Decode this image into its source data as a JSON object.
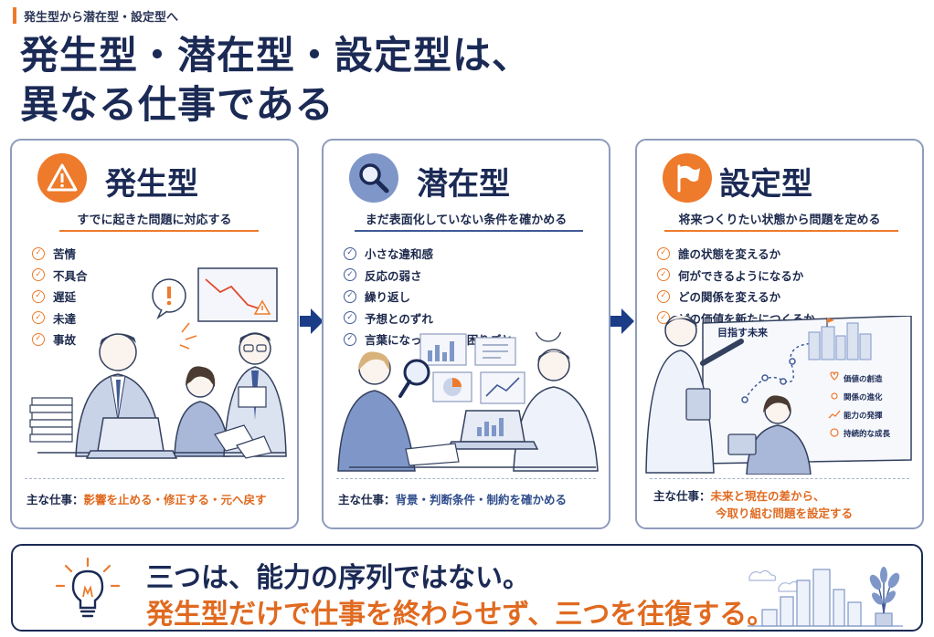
{
  "breadcrumb": "発生型から潜在型・設定型へ",
  "title": {
    "line1": "発生型・潜在型・設定型は、",
    "line2": "異なる仕事である"
  },
  "cards": [
    {
      "title": "発生型",
      "subtitle": "すでに起きた問題に対応する",
      "items": [
        "苦情",
        "不具合",
        "遅延",
        "未達",
        "事故"
      ],
      "main_label": "主な仕事：",
      "main_value": "影響を止める・修正する・元へ戻す"
    },
    {
      "title": "潜在型",
      "subtitle": "まだ表面化していない条件を確かめる",
      "items": [
        "小さな違和感",
        "反応の弱さ",
        "繰り返し",
        "予想とのずれ",
        "言葉になっていない困りごと"
      ],
      "main_label": "主な仕事：",
      "main_value": "背景・判断条件・制約を確かめる"
    },
    {
      "title": "設定型",
      "subtitle": "将来つくりたい状態から問題を定める",
      "items": [
        "誰の状態を変えるか",
        "何ができるようになるか",
        "どの関係を変えるか",
        "どの価値を新たにつくるか"
      ],
      "main_label": "主な仕事：",
      "main_value_line1": "未来と現在の差から、",
      "main_value_line2": "今取り組む問題を設定する",
      "board": {
        "title": "目指す未来",
        "items": [
          "価値の創造",
          "関係の進化",
          "能力の発揮",
          "持続的な成長"
        ]
      }
    }
  ],
  "bottom": {
    "line1": "三つは、能力の序列ではない。",
    "line2": "発生型だけで仕事を終わらせず、三つを往復する。"
  },
  "colors": {
    "navy": "#1b2a55",
    "orange": "#ee7a2b",
    "blue": "#3f5a96",
    "light_blue": "#7f97c8"
  },
  "icons": {
    "card1": "warning-icon",
    "card2": "magnifier-icon",
    "card3": "flag-icon",
    "bottom": "lightbulb-icon"
  }
}
